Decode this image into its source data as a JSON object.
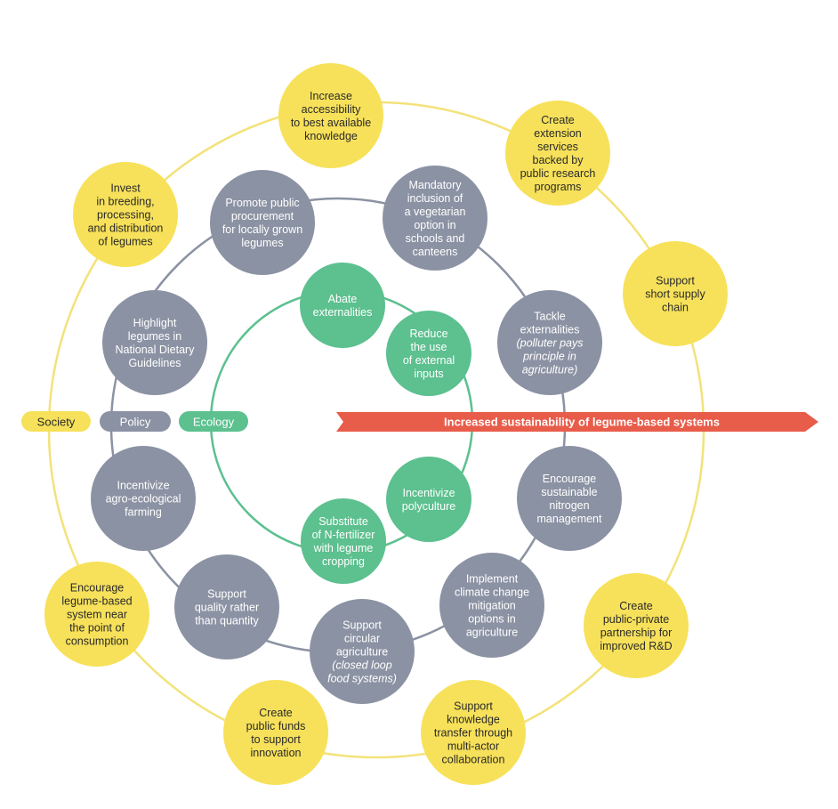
{
  "colors": {
    "society": "#f7e15a",
    "policy": "#8b92a3",
    "ecology": "#5cc08f",
    "society_ring": "#f3e27a",
    "policy_ring": "#8b92a3",
    "ecology_ring": "#5cc08f",
    "arrow": "#e85c4a"
  },
  "legend": {
    "society": "Society",
    "policy": "Policy",
    "ecology": "Ecology"
  },
  "arrow_label": "Increased sustainability of legume-based systems",
  "society_nodes": [
    {
      "id": "accessibility",
      "lines": [
        "Increase",
        "accessibility",
        "to best available",
        "knowledge"
      ]
    },
    {
      "id": "extension-services",
      "lines": [
        "Create",
        "extension",
        "services",
        "backed by",
        "public research",
        "programs"
      ]
    },
    {
      "id": "short-supply-chain",
      "lines": [
        "Support",
        "short supply",
        "chain"
      ]
    },
    {
      "id": "public-private",
      "lines": [
        "Create",
        "public-private",
        "partnership for",
        "improved R&D"
      ]
    },
    {
      "id": "knowledge-transfer",
      "lines": [
        "Support",
        "knowledge",
        "transfer through",
        "multi-actor",
        "collaboration"
      ]
    },
    {
      "id": "public-funds",
      "lines": [
        "Create",
        "public funds",
        "to support",
        "innovation"
      ]
    },
    {
      "id": "near-consumption",
      "lines": [
        "Encourage",
        "legume-based",
        "system near",
        "the point of",
        "consumption"
      ]
    },
    {
      "id": "invest-breeding",
      "lines": [
        "Invest",
        "in breeding,",
        "processing,",
        "and distribution",
        "of legumes"
      ]
    }
  ],
  "policy_nodes": [
    {
      "id": "public-procurement",
      "lines": [
        "Promote public",
        "procurement",
        "for locally grown",
        "legumes"
      ],
      "italic_from": -1
    },
    {
      "id": "vegetarian-option",
      "lines": [
        "Mandatory",
        "inclusion of",
        "a vegetarian",
        "option in",
        "schools and",
        "canteens"
      ],
      "italic_from": -1
    },
    {
      "id": "tackle-externalities",
      "lines": [
        "Tackle",
        "externalities",
        "(polluter pays",
        "principle in",
        "agriculture)"
      ],
      "italic_from": 2
    },
    {
      "id": "nitrogen-management",
      "lines": [
        "Encourage",
        "sustainable",
        "nitrogen",
        "management"
      ],
      "italic_from": -1
    },
    {
      "id": "climate-mitigation",
      "lines": [
        "Implement",
        "climate change",
        "mitigation",
        "options in",
        "agriculture"
      ],
      "italic_from": -1
    },
    {
      "id": "circular-agriculture",
      "lines": [
        "Support",
        "circular",
        "agriculture",
        "(closed loop",
        "food systems)"
      ],
      "italic_from": 3
    },
    {
      "id": "quality-quantity",
      "lines": [
        "Support",
        "quality rather",
        "than quantity"
      ],
      "italic_from": -1
    },
    {
      "id": "agro-ecological",
      "lines": [
        "Incentivize",
        "agro-ecological",
        "farming"
      ],
      "italic_from": -1
    },
    {
      "id": "dietary-guidelines",
      "lines": [
        "Highlight",
        "legumes in",
        "National Dietary",
        "Guidelines"
      ],
      "italic_from": -1
    }
  ],
  "ecology_nodes": [
    {
      "id": "abate-externalities",
      "lines": [
        "Abate",
        "externalities"
      ]
    },
    {
      "id": "external-inputs",
      "lines": [
        "Reduce",
        "the use",
        "of external",
        "inputs"
      ]
    },
    {
      "id": "polyculture",
      "lines": [
        "Incentivize",
        "polyculture"
      ]
    },
    {
      "id": "n-fertilizer",
      "lines": [
        "Substitute",
        "of N-fertilizer",
        "with legume",
        "cropping"
      ]
    }
  ]
}
